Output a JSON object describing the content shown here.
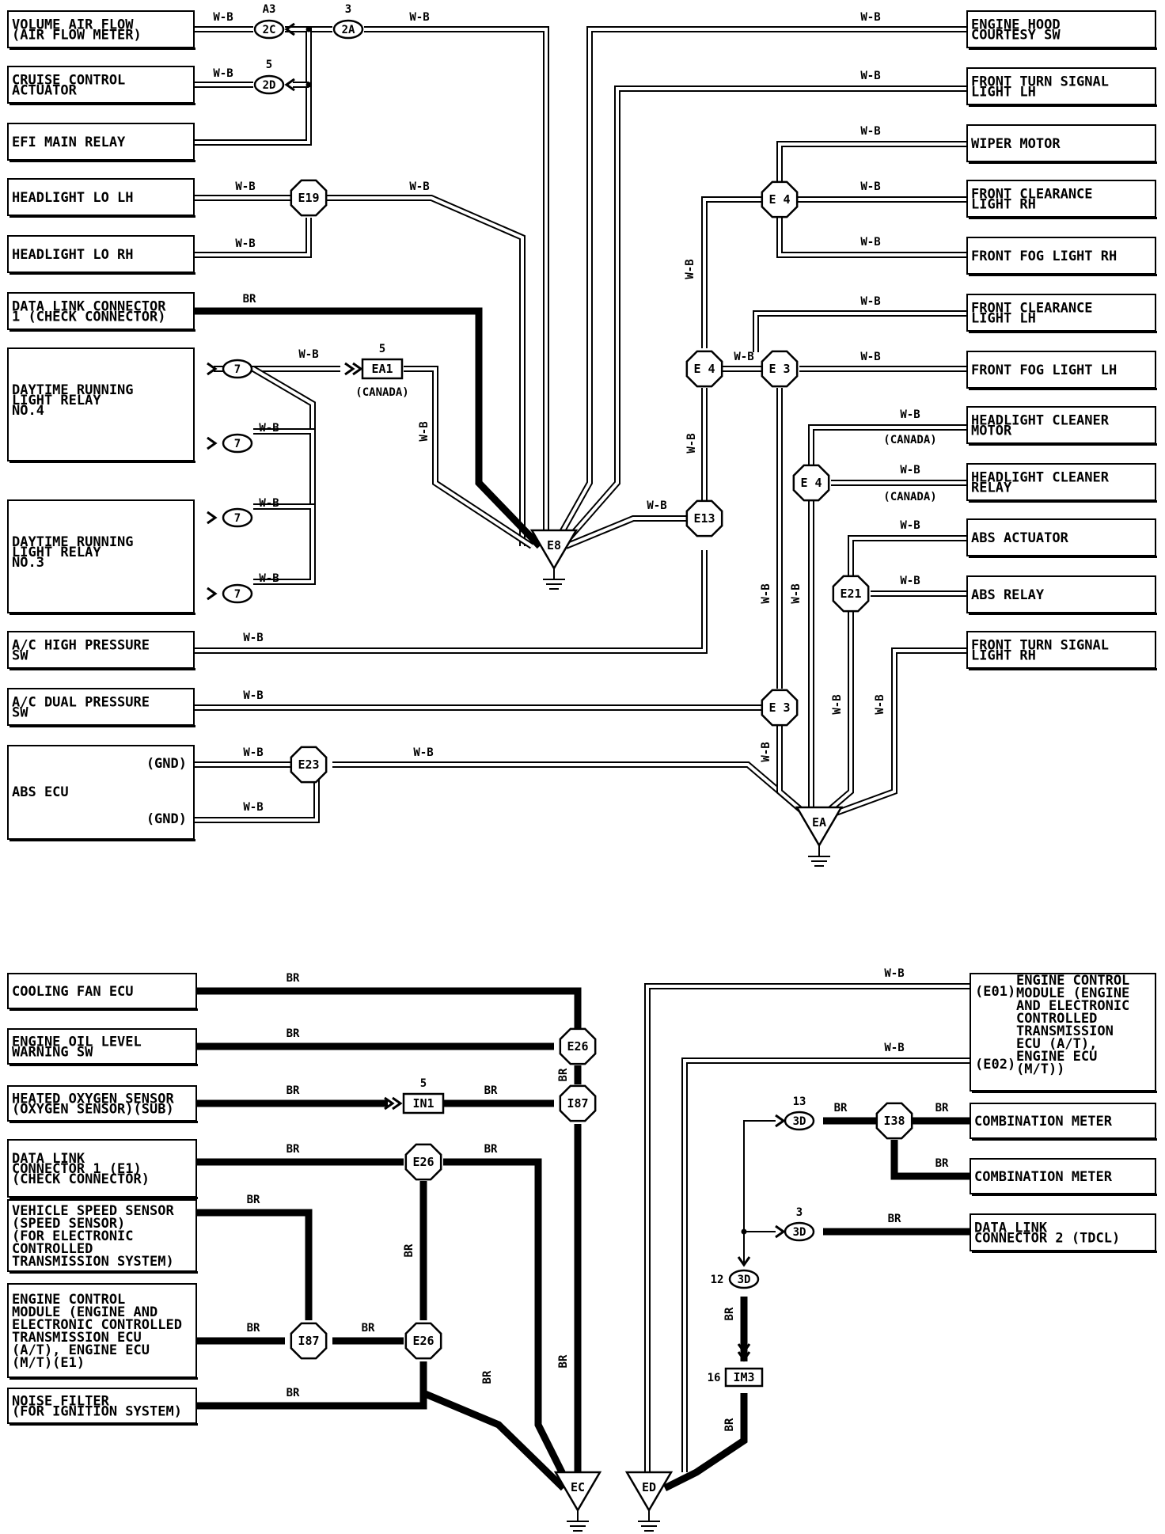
{
  "ground_diagram": {
    "wire_colors": {
      "wb": "W-B",
      "br": "BR"
    },
    "components": {
      "volume_air_flow": [
        "VOLUME AIR FLOW",
        "(AIR FLOW METER)"
      ],
      "cruise_control": [
        "CRUISE CONTROL",
        "ACTUATOR"
      ],
      "efi_main_relay": [
        "EFI MAIN RELAY"
      ],
      "headlight_lo_lh": [
        "HEADLIGHT LO LH"
      ],
      "headlight_lo_rh": [
        "HEADLIGHT LO RH"
      ],
      "data_link_1_top": [
        "DATA LINK CONNECTOR",
        "1 (CHECK CONNECTOR)"
      ],
      "drl_relay_4": [
        "DAYTIME RUNNING",
        "LIGHT RELAY",
        "NO.4"
      ],
      "drl_relay_3": [
        "DAYTIME RUNNING",
        "LIGHT RELAY",
        "NO.3"
      ],
      "ac_high_pressure": [
        "A/C HIGH PRESSURE",
        "SW"
      ],
      "ac_dual_pressure": [
        "A/C DUAL PRESSURE",
        "SW"
      ],
      "abs_ecu": "ABS ECU",
      "abs_ecu_gnd": "(GND)",
      "engine_hood": [
        "ENGINE HOOD",
        "COURTESY SW"
      ],
      "front_turn_lh": [
        "FRONT TURN SIGNAL",
        "LIGHT LH"
      ],
      "wiper_motor": [
        "WIPER MOTOR"
      ],
      "front_clear_rh": [
        "FRONT CLEARANCE",
        "LIGHT RH"
      ],
      "front_fog_rh": [
        "FRONT FOG LIGHT RH"
      ],
      "front_clear_lh": [
        "FRONT CLEARANCE",
        "LIGHT LH"
      ],
      "front_fog_lh": [
        "FRONT FOG LIGHT LH"
      ],
      "hl_cleaner_motor": [
        "HEADLIGHT CLEANER",
        "MOTOR"
      ],
      "hl_cleaner_relay": [
        "HEADLIGHT CLEANER",
        "RELAY"
      ],
      "abs_actuator": [
        "ABS ACTUATOR"
      ],
      "abs_relay": [
        "ABS RELAY"
      ],
      "front_turn_rh": [
        "FRONT TURN SIGNAL",
        "LIGHT RH"
      ],
      "cooling_fan_ecu": [
        "COOLING FAN ECU"
      ],
      "engine_oil_level": [
        "ENGINE OIL LEVEL",
        "WARNING SW"
      ],
      "heated_oxygen": [
        "HEATED OXYGEN SENSOR",
        "(OXYGEN SENSOR)(SUB)"
      ],
      "data_link_1_bottom": [
        "DATA LINK",
        "CONNECTOR 1    (E1)",
        "(CHECK CONNECTOR)"
      ],
      "vehicle_speed": [
        "VEHICLE SPEED SENSOR",
        "(SPEED SENSOR)",
        "(FOR ELECTRONIC",
        " CONTROLLED",
        " TRANSMISSION SYSTEM)"
      ],
      "ecm_bottom_left": [
        "ENGINE CONTROL",
        "MODULE (ENGINE AND",
        "ELECTRONIC CONTROLLED",
        "TRANSMISSION ECU",
        "(A/T), ENGINE ECU",
        "(M/T)(E1)"
      ],
      "noise_filter": [
        "NOISE FILTER",
        "(FOR IGNITION SYSTEM)"
      ],
      "ecm_bottom_right": [
        "ENGINE CONTROL",
        "MODULE (ENGINE",
        "AND ELECTRONIC",
        "CONTROLLED",
        "TRANSMISSION",
        "ECU (A/T),",
        "ENGINE ECU",
        "(M/T))"
      ],
      "ecm_pins": [
        "(E01)",
        "(E02)"
      ],
      "combination_meter": "COMBINATION METER",
      "data_link_2": [
        "DATA LINK",
        "CONNECTOR 2 (TDCL)"
      ]
    },
    "connectors": {
      "c2c": "2C",
      "c2c_pin": "A3",
      "c2a": "2A",
      "c2a_pin": "3",
      "c2d": "2D",
      "c2d_pin": "5",
      "e19": "E19",
      "ea1": "EA1",
      "ea1_pin": "5",
      "canada": "(CANADA)",
      "c7": "7",
      "e8": "E8",
      "e4": "E 4",
      "e3": "E 3",
      "e13": "E13",
      "e21": "E21",
      "e23": "E23",
      "ea": "EA",
      "e26": "E26",
      "i87": "I87",
      "in1": "IN1",
      "in1_pin": "5",
      "ec": "EC",
      "ed": "ED",
      "c3d": "3D",
      "c3d_pin13": "13",
      "c3d_pin3": "3",
      "c3d_pin12": "12",
      "i38": "I38",
      "im3": "IM3",
      "im3_pin": "16"
    }
  }
}
